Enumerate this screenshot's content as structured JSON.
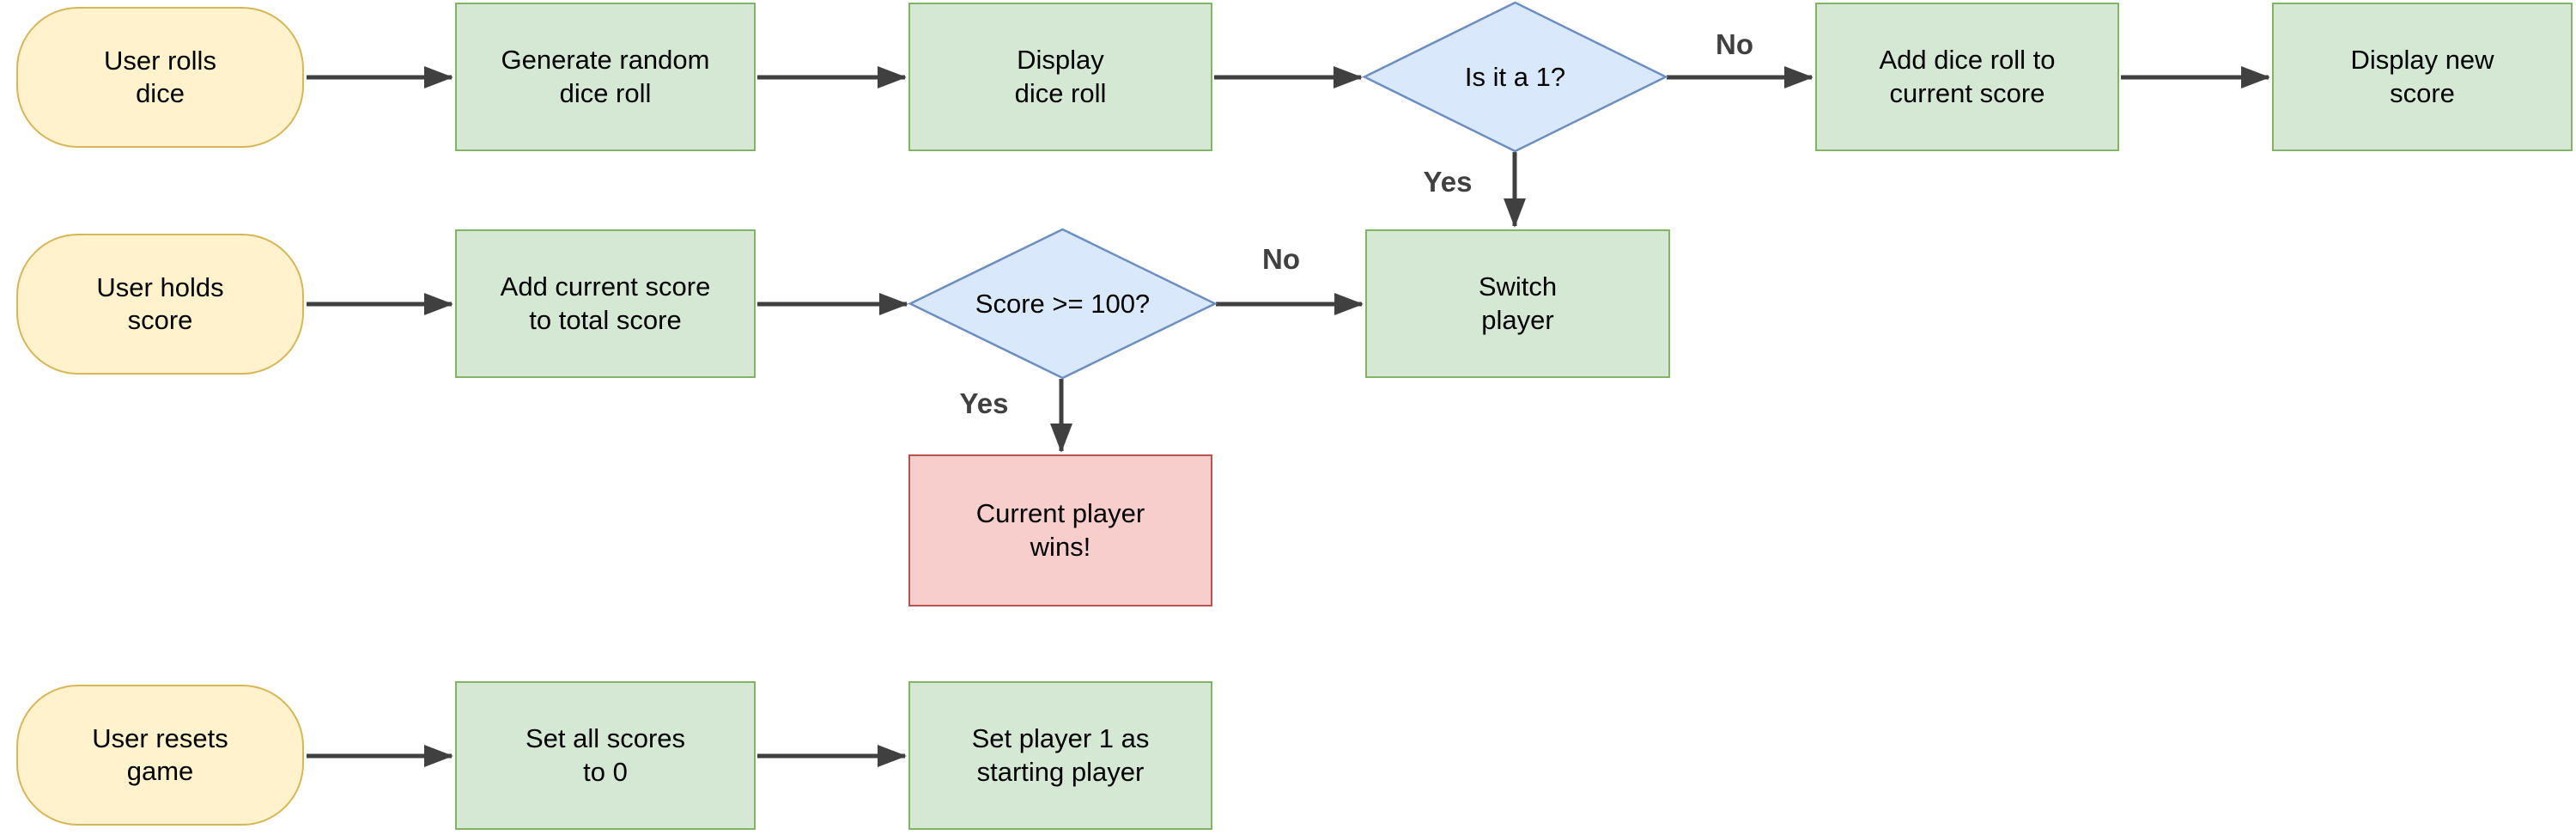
{
  "diagram": {
    "background": "#FFFFFF",
    "description_not_rendered": "",
    "colors": {
      "terminal_fill": "#FFF2CC",
      "terminal_stroke": "#D6B656",
      "process_fill": "#D5E8D4",
      "process_stroke": "#82B366",
      "decision_fill": "#DAE8FC",
      "decision_stroke": "#6C8EBF",
      "win_fill": "#F8CECC",
      "win_stroke": "#B85450",
      "arrow": "#404040",
      "node_text": "#000000",
      "edge_label_text": "#404040"
    }
  },
  "nodes": {
    "user_rolls_dice": {
      "label": "User rolls\ndice",
      "shape": "terminal"
    },
    "generate_random_dice_roll": {
      "label": "Generate random\ndice roll",
      "shape": "process"
    },
    "display_dice_roll": {
      "label": "Display\ndice roll",
      "shape": "process"
    },
    "is_it_a_1": {
      "label": "Is it a 1?",
      "shape": "decision"
    },
    "add_dice_roll_to_current_score": {
      "label": "Add dice roll to\ncurrent score",
      "shape": "process"
    },
    "display_new_score": {
      "label": "Display new\nscore",
      "shape": "process"
    },
    "user_holds_score": {
      "label": "User holds\nscore",
      "shape": "terminal"
    },
    "add_current_score_to_total_score": {
      "label": "Add current score\nto total score",
      "shape": "process"
    },
    "score_gte_100": {
      "label": "Score >= 100?",
      "shape": "decision"
    },
    "switch_player": {
      "label": "Switch\nplayer",
      "shape": "process"
    },
    "current_player_wins": {
      "label": "Current player\nwins!",
      "shape": "win"
    },
    "user_resets_game": {
      "label": "User resets\ngame",
      "shape": "terminal"
    },
    "set_all_scores_to_0": {
      "label": "Set all scores\nto 0",
      "shape": "process"
    },
    "set_player_1_as_starting_player": {
      "label": "Set player 1 as\nstarting player",
      "shape": "process"
    }
  },
  "edge_labels": {
    "is_it_a_1_no": "No",
    "is_it_a_1_yes": "Yes",
    "score_gte_100_no": "No",
    "score_gte_100_yes": "Yes"
  }
}
